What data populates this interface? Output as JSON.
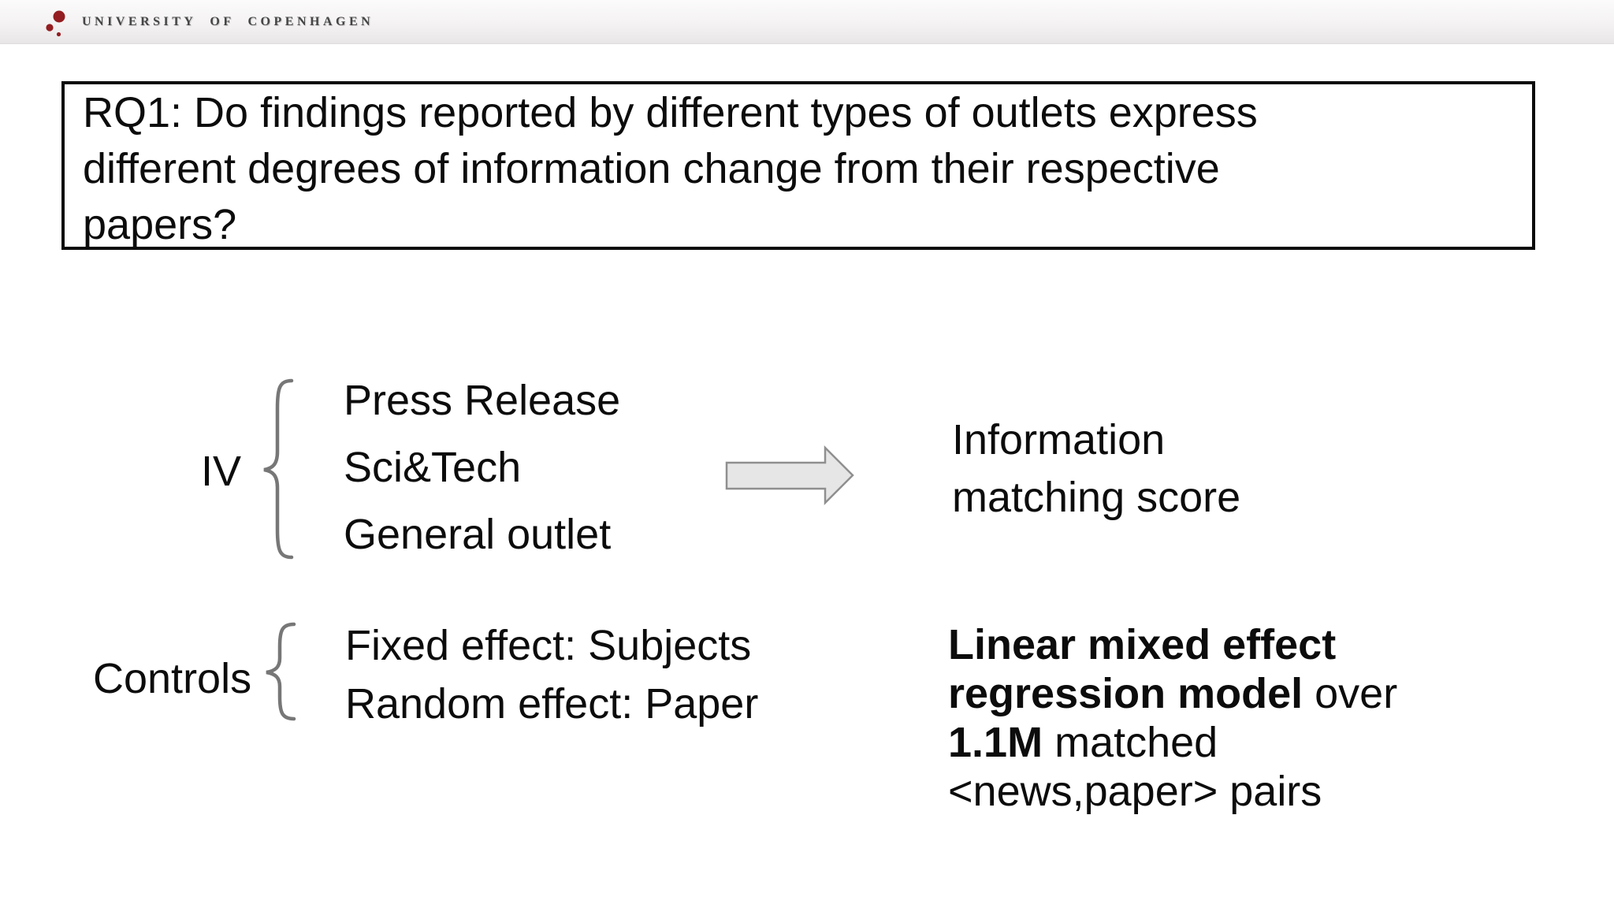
{
  "header": {
    "institution": "UNIVERSITY OF COPENHAGEN",
    "logo_color": "#931d21"
  },
  "question_box": {
    "lines": [
      "RQ1: Do findings reported by different types of outlets express",
      "different degrees of information change from their respective",
      "papers?"
    ]
  },
  "diagram": {
    "iv": {
      "label": "IV",
      "items": [
        "Press Release",
        "Sci&Tech",
        "General outlet"
      ]
    },
    "outcome": {
      "lines": [
        "Information",
        "matching score"
      ]
    },
    "controls": {
      "label": "Controls",
      "items": [
        "Fixed effect: Subjects",
        "Random effect: Paper"
      ]
    },
    "model": {
      "lines": [
        {
          "segments": [
            {
              "text": "Linear mixed effect",
              "bold": true
            }
          ]
        },
        {
          "segments": [
            {
              "text": "regression model",
              "bold": true
            },
            {
              "text": " over",
              "bold": false
            }
          ]
        },
        {
          "segments": [
            {
              "text": "1.1M",
              "bold": true
            },
            {
              "text": " matched",
              "bold": false
            }
          ]
        },
        {
          "segments": [
            {
              "text": "<news,paper> pairs",
              "bold": false
            }
          ]
        }
      ]
    },
    "colors": {
      "brace": "#777777",
      "arrow_fill": "#e7e6e6",
      "arrow_stroke": "#8f8f8f",
      "text": "#0c0c0c"
    }
  }
}
